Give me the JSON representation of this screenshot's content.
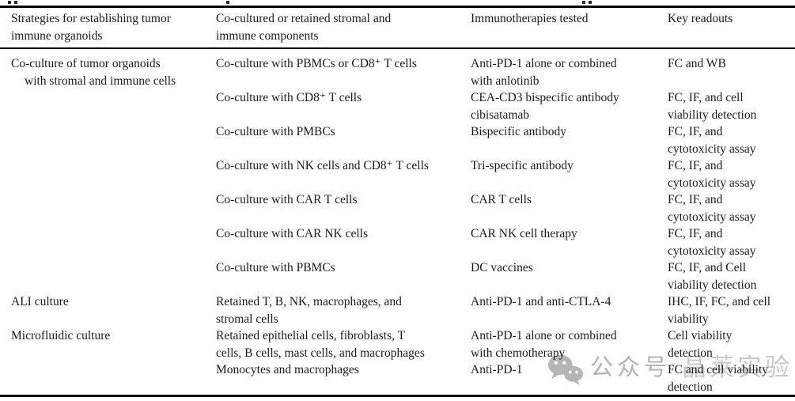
{
  "colors": {
    "text": "#1b1b1b",
    "rule": "#000000",
    "background": "#ffffff",
    "watermark_icon": "#b5b5b5",
    "watermark_label": "#b2b2b2",
    "watermark_brand": "#c9c9c9"
  },
  "table": {
    "columns": [
      {
        "text": "Strategies for establishing tumor\nimmune organoids"
      },
      {
        "text": "Co-cultured or retained stromal and\nimmune components"
      },
      {
        "text": "Immunotherapies tested"
      },
      {
        "text": "Key readouts"
      }
    ],
    "rows": [
      {
        "strategy": [
          "Co-culture of tumor organoids",
          "with stromal and immune cells"
        ],
        "components": [
          "Co-culture with PBMCs or CD8⁺ T cells"
        ],
        "therapy": [
          "Anti-PD-1 alone or combined",
          "with anlotinib"
        ],
        "readout": [
          "FC and WB"
        ]
      },
      {
        "strategy": [],
        "components": [
          "Co-culture with CD8⁺ T cells"
        ],
        "therapy": [
          "CEA-CD3 bispecific antibody",
          "cibisatamab"
        ],
        "readout": [
          "FC, IF, and cell",
          "viability detection"
        ]
      },
      {
        "strategy": [],
        "components": [
          "Co-culture with PMBCs"
        ],
        "therapy": [
          "Bispecific antibody"
        ],
        "readout": [
          "FC, IF, and",
          "cytotoxicity assay"
        ]
      },
      {
        "strategy": [],
        "components": [
          "Co-culture with NK cells and CD8⁺ T cells"
        ],
        "therapy": [
          "Tri-specific antibody"
        ],
        "readout": [
          "FC, IF, and",
          "cytotoxicity assay"
        ]
      },
      {
        "strategy": [],
        "components": [
          "Co-culture with CAR T cells"
        ],
        "therapy": [
          "CAR T cells"
        ],
        "readout": [
          "FC, IF, and",
          "cytotoxicity assay"
        ]
      },
      {
        "strategy": [],
        "components": [
          "Co-culture with CAR NK cells"
        ],
        "therapy": [
          "CAR NK cell therapy"
        ],
        "readout": [
          "FC, IF, and",
          "cytotoxicity assay"
        ]
      },
      {
        "strategy": [],
        "components": [
          "Co-culture with PBMCs"
        ],
        "therapy": [
          "DC vaccines"
        ],
        "readout": [
          "FC, IF, and Cell",
          "viability detection"
        ]
      },
      {
        "strategy": [
          "ALI culture"
        ],
        "components": [
          "Retained T, B, NK, macrophages, and",
          "stromal cells"
        ],
        "therapy": [
          "Anti-PD-1 and anti-CTLA-4"
        ],
        "readout": [
          "IHC, IF, FC, and cell",
          "viability"
        ]
      },
      {
        "strategy": [
          "Microfluidic culture"
        ],
        "components": [
          "Retained epithelial cells, fibroblasts, T",
          "cells, B cells, mast cells, and macrophages"
        ],
        "therapy": [
          "Anti-PD-1 alone or combined",
          "with chemotherapy"
        ],
        "readout": [
          "Cell viability",
          "detection"
        ]
      },
      {
        "strategy": [],
        "components": [
          "Monocytes and macrophages"
        ],
        "therapy": [
          "Anti-PD-1"
        ],
        "readout": [
          "FC and cell viability",
          "detection"
        ]
      }
    ]
  },
  "watermark": {
    "icon": "wechat-icon",
    "label": "公众号",
    "brand": "晶莱实验"
  }
}
